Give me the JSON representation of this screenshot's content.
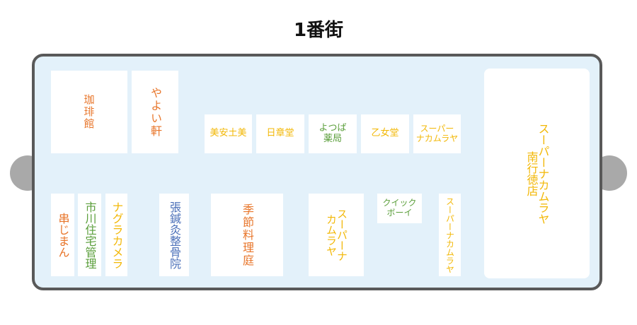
{
  "title": "1番街",
  "colors": {
    "orange": "#e8762b",
    "yellow": "#f2b705",
    "green": "#5a9e3a",
    "blue": "#4a6fb8",
    "frame": "#595959",
    "floor": "#e3f1fa",
    "knob": "#a9a9a9"
  },
  "shops": [
    {
      "id": "coffee",
      "name": "珈\n琲\n館",
      "color": "orange"
    },
    {
      "id": "yayoi",
      "name": "やよい軒",
      "color": "orange"
    },
    {
      "id": "biandobi",
      "name": "美安土美",
      "color": "yellow"
    },
    {
      "id": "nisshodo",
      "name": "日章堂",
      "color": "yellow"
    },
    {
      "id": "yotsuba",
      "name": "よつば\n薬局",
      "color": "green"
    },
    {
      "id": "otomedo",
      "name": "乙女堂",
      "color": "yellow"
    },
    {
      "id": "nakamuraya-top",
      "name": "スーパー\nナカムラヤ",
      "color": "yellow"
    },
    {
      "id": "nakamuraya-south",
      "name": "スーパーナカムラヤ南行徳店",
      "color": "yellow"
    },
    {
      "id": "kushijiman",
      "name": "串じまん",
      "color": "orange"
    },
    {
      "id": "ichikawa",
      "name": "市川住宅管理",
      "color": "green"
    },
    {
      "id": "nagura",
      "name": "ナグラカメラ",
      "color": "yellow"
    },
    {
      "id": "harikyu",
      "name": "張鍼灸整骨院",
      "color": "blue"
    },
    {
      "id": "kisetsu",
      "name": "季節料理庭",
      "color": "orange"
    },
    {
      "id": "nakamuraya-mid",
      "name": "スーパーナカムラヤ",
      "color": "yellow"
    },
    {
      "id": "quickboy",
      "name": "クイック\nボーイ",
      "color": "green"
    },
    {
      "id": "nakamuraya-narrow",
      "name": "スーパーナカムラヤ",
      "color": "yellow"
    }
  ]
}
